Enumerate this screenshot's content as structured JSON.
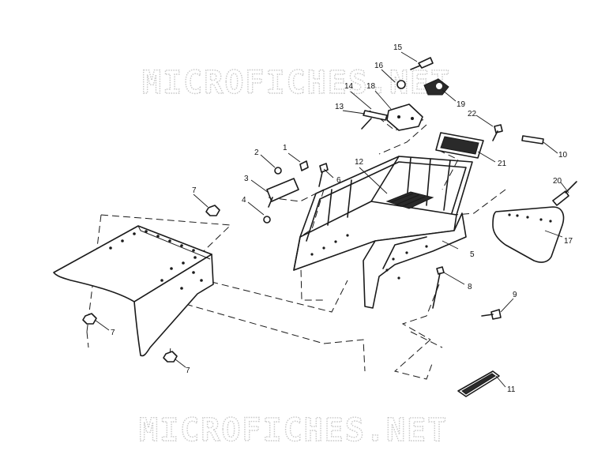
{
  "watermark": {
    "top": "MICROFICHES.NET",
    "bottom": "MICROFICHES.NET"
  },
  "callouts": {
    "c1": "1",
    "c2": "2",
    "c3": "3",
    "c4": "4",
    "c5": "5",
    "c6": "6",
    "c7a": "7",
    "c7b": "7",
    "c7c": "7",
    "c8": "8",
    "c9": "9",
    "c10": "10",
    "c11": "11",
    "c12": "12",
    "c13": "13",
    "c14": "14",
    "c15": "15",
    "c16": "16",
    "c17": "17",
    "c18": "18",
    "c19": "19",
    "c20": "20",
    "c21": "21",
    "c22": "22"
  }
}
